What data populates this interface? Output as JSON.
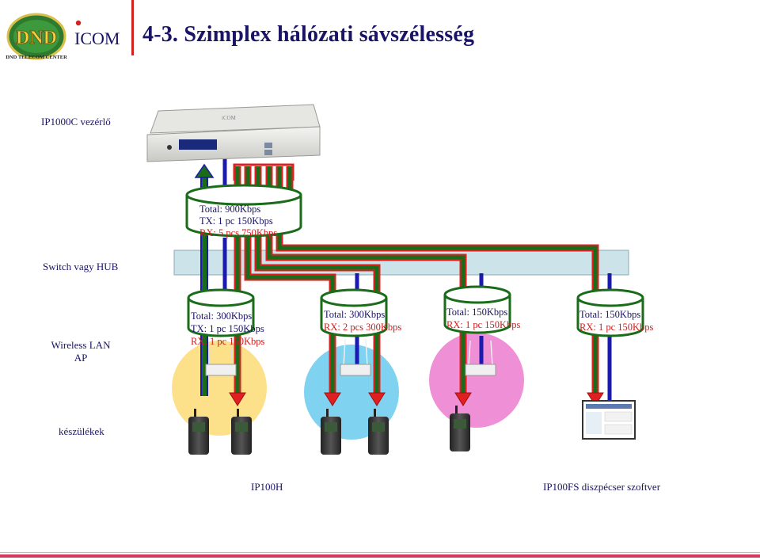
{
  "header": {
    "logo_text": "DND",
    "logo_subtext": "DND TELECOM CENTER",
    "brand": "ICOM",
    "title": "4-3. Szimplex hálózati sávszélesség"
  },
  "labels": {
    "controller": "IP1000C vezérlő",
    "switch": "Switch vagy HUB",
    "ap_line1": "Wireless LAN",
    "ap_line2": "AP",
    "devices": "készülékek",
    "ip100h": "IP100H",
    "ip100fs": "IP100FS diszpécser szoftver"
  },
  "controller_box": {
    "total": "Total: 900Kbps",
    "tx": "TX: 1 pc 150Kbps",
    "rx": "RX: 5 pcs 750Kbps"
  },
  "ap_boxes": [
    {
      "total": "Total: 300Kbps",
      "tx": "TX: 1 pc 150Kbps",
      "rx": "RX: 1 pc 150Kbps"
    },
    {
      "total": "Total: 300Kbps",
      "rx": "RX: 2 pcs 300Kbps"
    },
    {
      "total": "Total: 150Kbps",
      "rx": "RX: 1 pc 150Kbps"
    },
    {
      "total": "Total: 150Kbps",
      "rx": "RX: 1 pc 150Kbps"
    }
  ],
  "colors": {
    "title": "#1a1466",
    "tx_green": "#1a6b1a",
    "rx_red": "#e02020",
    "link_blue": "#1a1ab0",
    "switch_fill": "#cde3ea",
    "zone_yellow": "#fde08a",
    "zone_blue": "#7fd3f0",
    "zone_pink": "#ef8fd6",
    "tx_text": "#1a1466",
    "rx_text": "#d21c1c"
  }
}
